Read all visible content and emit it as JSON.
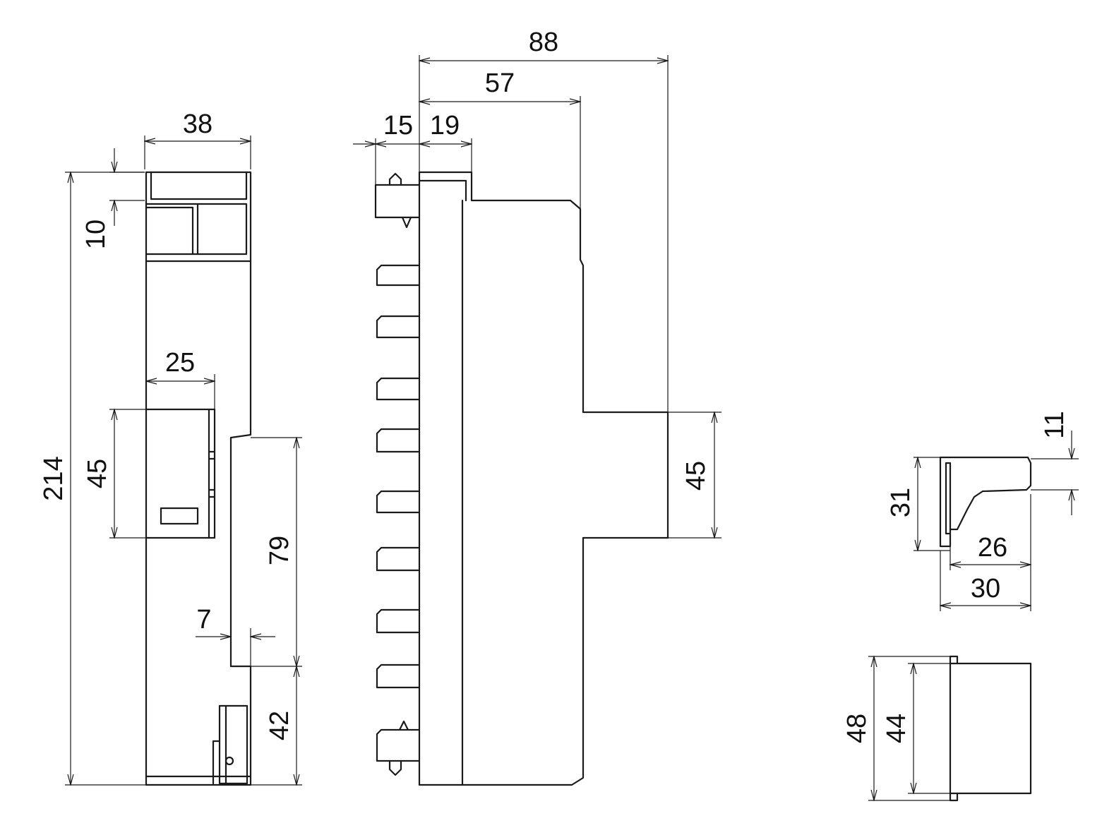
{
  "drawing": {
    "front_view": {
      "width": "38",
      "top_cap": "10",
      "height": "214",
      "module_width": "25",
      "module_height": "45",
      "rail_clip": "79",
      "notch": "7",
      "lower": "42"
    },
    "side_view": {
      "depth_total": "88",
      "depth_to_step": "57",
      "clip_offset": "15",
      "cap_depth": "19",
      "front_height": "45"
    },
    "accessory_side": {
      "top_offset": "11",
      "height": "31",
      "inner_depth": "26",
      "depth": "30"
    },
    "accessory_front": {
      "outer_height": "48",
      "inner_height": "44"
    }
  }
}
